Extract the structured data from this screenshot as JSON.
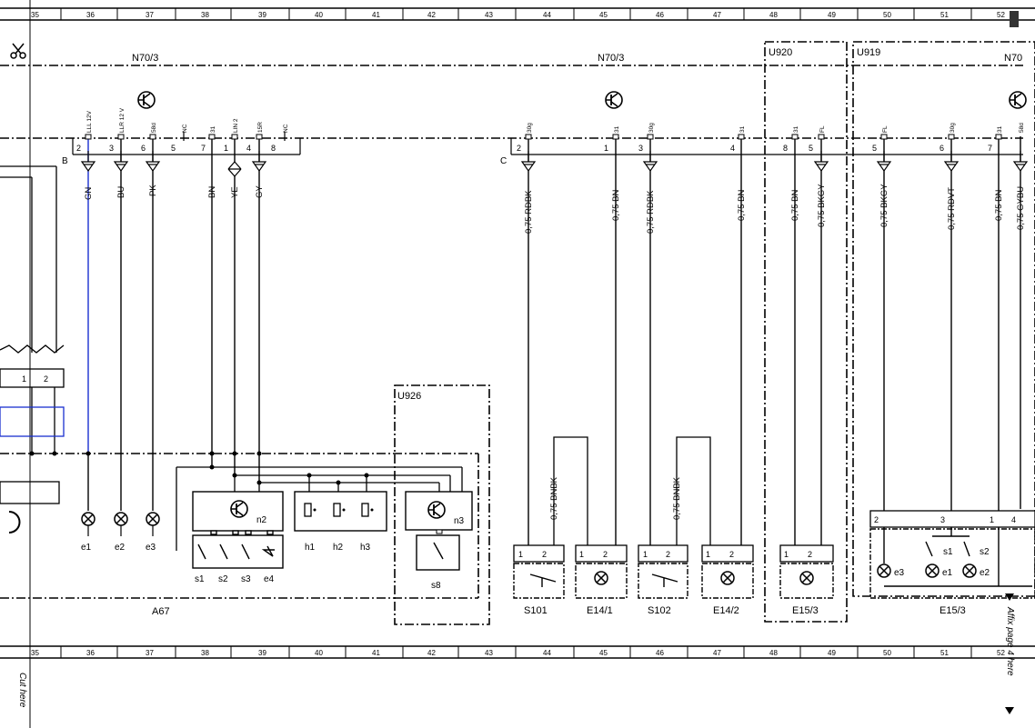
{
  "ruler": {
    "numbers": [
      "35",
      "36",
      "37",
      "38",
      "39",
      "40",
      "41",
      "42",
      "43",
      "44",
      "45",
      "46",
      "47",
      "48",
      "49",
      "50",
      "51",
      "52"
    ]
  },
  "groups": {
    "n70_left": "N70/3",
    "n70_mid": "N70/3",
    "n70_right": "N70",
    "u920": "U920",
    "u919": "U919",
    "u926": "U926",
    "a67": "A67"
  },
  "connectors": {
    "b": "B",
    "c": "C",
    "b_pins": [
      {
        "pin": "2",
        "signal": "LLL 12V",
        "wire": "GN"
      },
      {
        "pin": "3",
        "signal": "LLR 12 V",
        "wire": "BU"
      },
      {
        "pin": "6",
        "signal": "58d",
        "wire": "PK"
      },
      {
        "pin": "5",
        "signal": "NC",
        "wire": ""
      },
      {
        "pin": "7",
        "signal": "31",
        "wire": "BN"
      },
      {
        "pin": "1",
        "signal": "LIN 2",
        "wire": "YE"
      },
      {
        "pin": "4",
        "signal": "15R",
        "wire": "GY"
      },
      {
        "pin": "8",
        "signal": "NC",
        "wire": ""
      }
    ],
    "c_pins": [
      {
        "pin": "2",
        "signal": "30g",
        "wire": "0,75 RDBK"
      },
      {
        "pin": "1",
        "signal": "31",
        "wire": "0,75 BN"
      },
      {
        "pin": "3",
        "signal": "30g",
        "wire": "0,75 RDBK"
      },
      {
        "pin": "4",
        "signal": "31",
        "wire": "0,75 BN"
      },
      {
        "pin": "8",
        "signal": "31",
        "wire": "0,75 BN"
      },
      {
        "pin": "5",
        "signal": "FL",
        "wire": "0,75 BKGY"
      },
      {
        "pin": "5",
        "signal": "FL",
        "wire": "0,75 BKGY"
      },
      {
        "pin": "6",
        "signal": "30g",
        "wire": "0,75 RDVT"
      },
      {
        "pin": "7",
        "signal": "31",
        "wire": "0,75 BN"
      },
      {
        "pin": "",
        "signal": "58d",
        "wire": "0,75 GYBU"
      }
    ]
  },
  "switch_wires": [
    "0,75 BNBK",
    "0,75 BNBK"
  ],
  "a67_components": {
    "lamps": [
      "e1",
      "e2",
      "e3"
    ],
    "n2": "n2",
    "n3": "n3",
    "heaters": [
      "h1",
      "h2",
      "h3"
    ],
    "switches": [
      "s1",
      "s2",
      "s3",
      "e4"
    ],
    "s8": "s8"
  },
  "bottom_components": {
    "s101": "S101",
    "e14_1": "E14/1",
    "s102": "S102",
    "e14_2": "E14/2",
    "e15_3a": "E15/3",
    "e15_3b": "E15/3"
  },
  "e15_internal": {
    "pins": [
      "2",
      "3",
      "1",
      "4"
    ],
    "lamps": [
      "e3",
      "e1",
      "e2"
    ],
    "switches": [
      "s1",
      "s2"
    ]
  },
  "pin_small": {
    "pair": [
      "1",
      "2"
    ]
  },
  "margin": {
    "cut_here": "Cut here",
    "affix": "Affix page 4 here"
  }
}
